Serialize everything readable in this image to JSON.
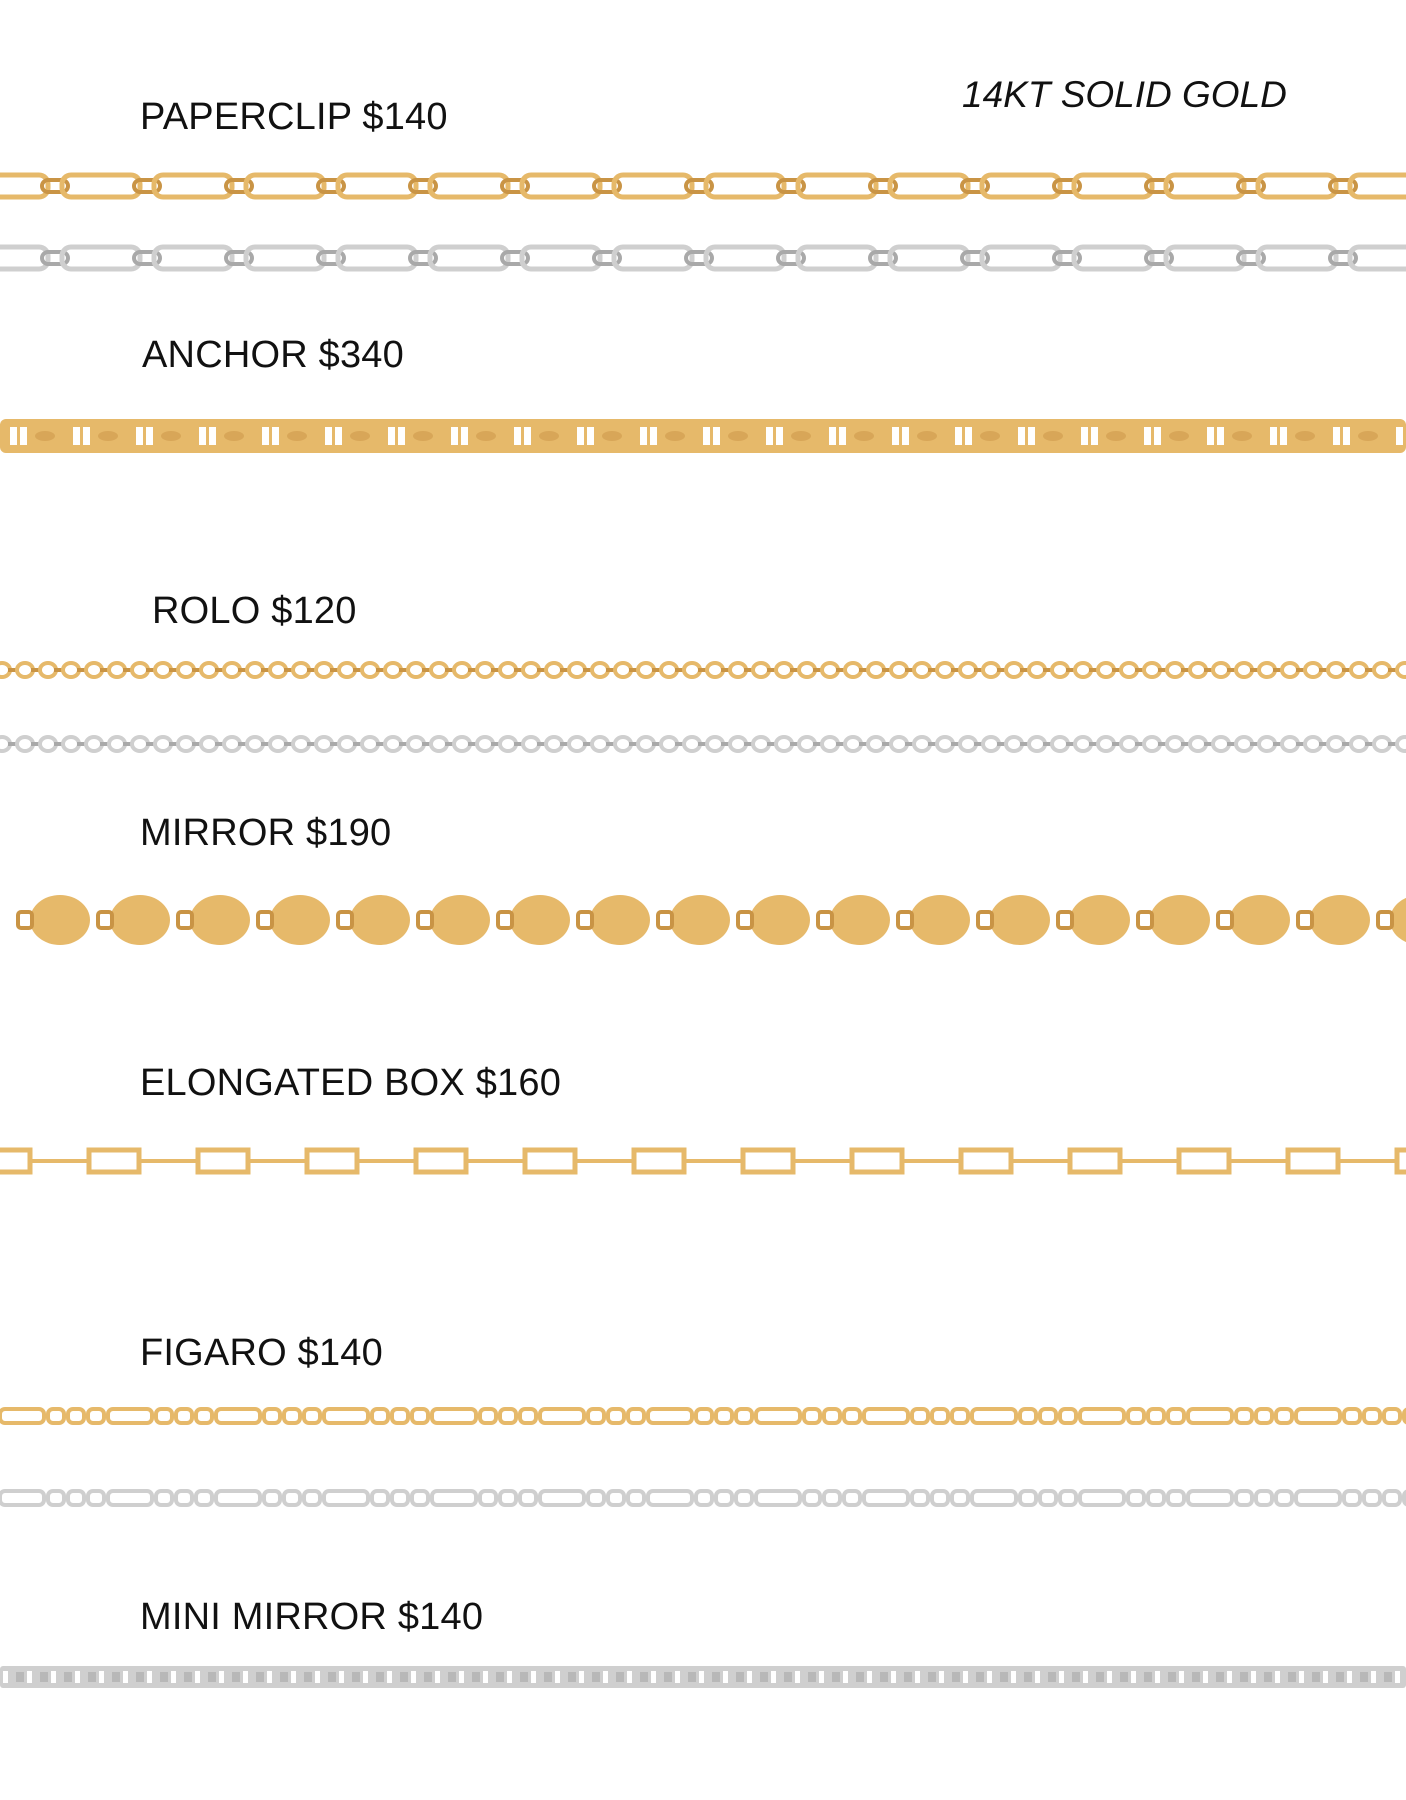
{
  "tagline": "14KT SOLID GOLD",
  "colors": {
    "gold": "#e6b96a",
    "gold_dark": "#c99445",
    "silver": "#cfcfcf",
    "silver_dark": "#a9a9a9"
  },
  "sections": [
    {
      "label": "PAPERCLIP $140",
      "chains": [
        {
          "metal": "gold",
          "style": "paperclip"
        },
        {
          "metal": "silver",
          "style": "paperclip"
        }
      ]
    },
    {
      "label": "ANCHOR $340",
      "chains": [
        {
          "metal": "gold",
          "style": "anchor"
        }
      ]
    },
    {
      "label": "ROLO $120",
      "chains": [
        {
          "metal": "gold",
          "style": "rolo"
        },
        {
          "metal": "silver",
          "style": "rolo"
        }
      ]
    },
    {
      "label": "MIRROR $190",
      "chains": [
        {
          "metal": "gold",
          "style": "mirror"
        }
      ]
    },
    {
      "label": "ELONGATED BOX $160",
      "chains": [
        {
          "metal": "gold",
          "style": "box"
        }
      ]
    },
    {
      "label": "FIGARO $140",
      "chains": [
        {
          "metal": "gold",
          "style": "figaro"
        },
        {
          "metal": "silver",
          "style": "figaro"
        }
      ]
    },
    {
      "label": "MINI MIRROR $140",
      "chains": [
        {
          "metal": "silver",
          "style": "minimirror"
        }
      ]
    }
  ]
}
